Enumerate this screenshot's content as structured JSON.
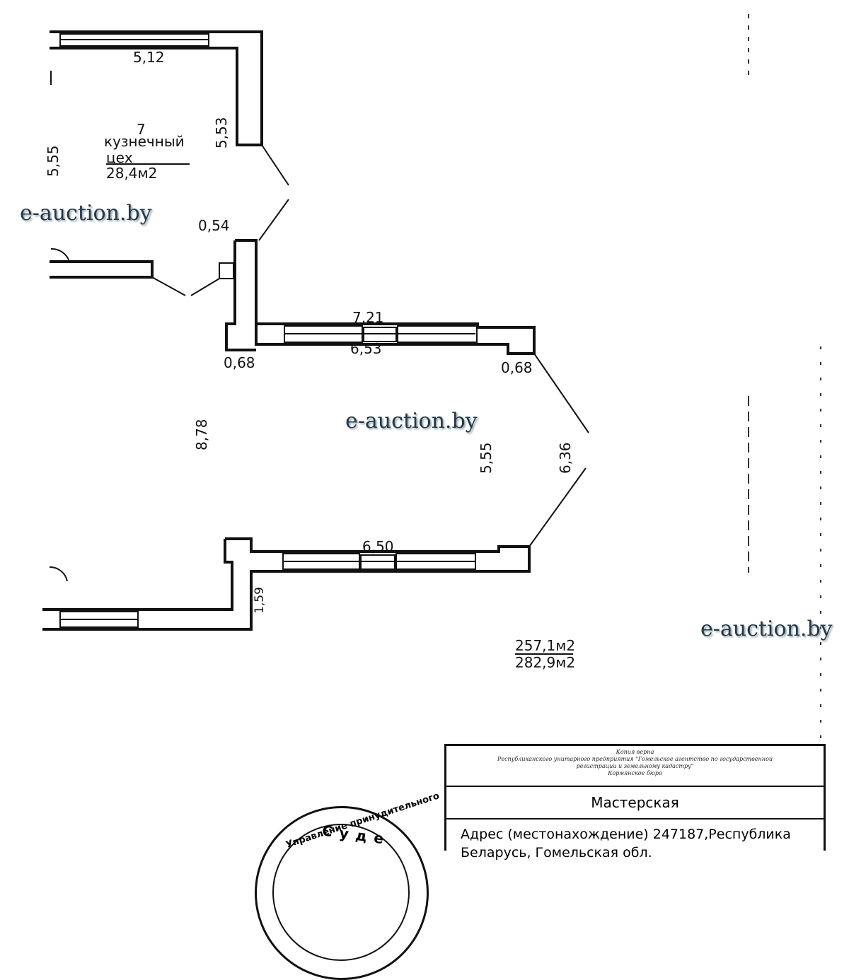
{
  "watermark": {
    "text": "e-auction.by"
  },
  "room": {
    "number": "7",
    "name_line1": "кузнечный",
    "name_line2": "цех",
    "area": "28,4м2"
  },
  "dimensions": {
    "top_wall": "5,12",
    "right_upper": "5,53",
    "left_upper": "5,55",
    "small_a": "0,54",
    "mid_top": "7,21",
    "mid_inner": "6,53",
    "left_068": "0,68",
    "right_068": "0,68",
    "left_mid": "8,78",
    "center_vertical": "5,55",
    "diagonal": "6,36",
    "bottom_wall": "6,50",
    "bottom_left": "1,59"
  },
  "totals": {
    "area_1": "257,1м2",
    "area_2": "282,9м2"
  },
  "title_block": {
    "header_line1": "Копия верна",
    "header_line2": "Республиканского унитарного предприятия \"Гомельское агентство по государственной",
    "header_line3": "регистрации и земельному кадастру\"",
    "header_line4": "Кормянское бюро",
    "title": "Мастерская",
    "address_line1": "Адрес (местонахождение) 247187,Республика",
    "address_line2": "Беларусь, Гомельская обл."
  },
  "seal": {
    "ring_text": "Управление принудительного",
    "center_text": "Суде"
  }
}
